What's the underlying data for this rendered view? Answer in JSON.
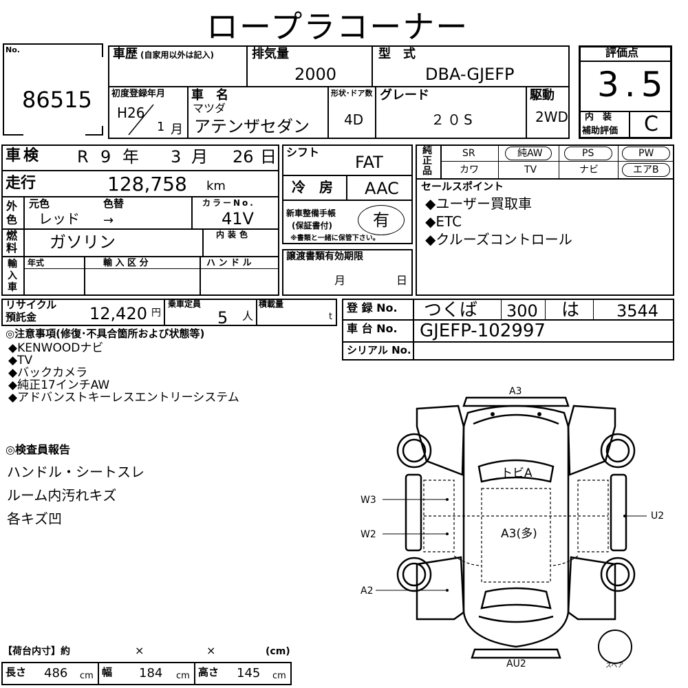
{
  "title": "ロープラコーナー",
  "lot": {
    "label": "No.",
    "number": "86515"
  },
  "history": {
    "label": "車歴",
    "note": "(自家用以外は記入)"
  },
  "displacement": {
    "label": "排気量",
    "value": "2000"
  },
  "model": {
    "label": "型　式",
    "value": "DBA-GJEFP"
  },
  "score": {
    "label": "評価点",
    "value": "3.5",
    "interior_label_1": "内　装",
    "interior_label_2": "補助評価",
    "interior_value": "C"
  },
  "first_reg": {
    "label": "初度登録年月",
    "era": "H26",
    "month": "1",
    "month_unit": "月"
  },
  "car_name": {
    "label": "車　名",
    "maker": "マツダ",
    "name": "アテンザセダン"
  },
  "doors": {
    "label": "形状･ドア数",
    "value": "4D"
  },
  "grade": {
    "label": "グレード",
    "value": "２０S"
  },
  "drive": {
    "label": "駆動",
    "value": "2WD"
  },
  "inspection": {
    "label": "車検",
    "era": "R",
    "year": "9",
    "year_unit": "年",
    "month": "3",
    "month_unit": "月",
    "day": "26",
    "day_unit": "日"
  },
  "shift": {
    "label": "シフト",
    "value": "FAT"
  },
  "mileage": {
    "label": "走行",
    "value": "128,758",
    "unit": "km"
  },
  "aircon": {
    "label": "冷　房",
    "value": "AAC"
  },
  "exterior": {
    "label": "外色",
    "orig_label": "元色",
    "change_label": "色替",
    "color": "レッド",
    "arrow": "→",
    "code_label": "カラーNo.",
    "code": "41V"
  },
  "manual": {
    "label_1": "新車整備手帳",
    "label_2": "(保証書付)",
    "value": "有",
    "note": "※書類と一緒に保管下さい。"
  },
  "fuel": {
    "label": "燃料",
    "value": "ガソリン",
    "interior_color_label": "内装色"
  },
  "import": {
    "label": "輸入車",
    "year_label": "年式",
    "type_label": "輸 入 区 分",
    "handle_label": "ハ ン ド ル"
  },
  "transfer": {
    "label": "譲渡書類有効期限",
    "month_unit": "月",
    "day_unit": "日"
  },
  "equipment": {
    "label": "純正品",
    "row1": [
      "SR",
      "純AW",
      "PS",
      "PW"
    ],
    "row2": [
      "カワ",
      "TV",
      "ナビ",
      "エアB"
    ],
    "circled": [
      "純AW",
      "PS",
      "PW",
      "エアB"
    ]
  },
  "sales_points": {
    "label": "セールスポイント",
    "items": [
      "◆ユーザー買取車",
      "◆ETC",
      "◆クルーズコントロール"
    ]
  },
  "recycle": {
    "label_1": "リサイクル",
    "label_2": "預託金",
    "value": "12,420",
    "unit": "円"
  },
  "capacity": {
    "label": "乗車定員",
    "value": "5",
    "unit": "人"
  },
  "load": {
    "label": "積載量",
    "unit": "t"
  },
  "registration": {
    "label": "登 録 No.",
    "region": "つくば",
    "class": "300",
    "kana": "は",
    "number": "3544"
  },
  "chassis": {
    "label": "車 台 No.",
    "value": "GJEFP-102997"
  },
  "serial": {
    "label": "シリアル No."
  },
  "notes": {
    "label": "◎注意事項(修復･不具合箇所および状態等)",
    "items": [
      "◆KENWOODナビ",
      "◆TV",
      "◆バックカメラ",
      "◆純正17インチAW",
      "◆アドバンストキーレスエントリーシステム"
    ]
  },
  "inspector": {
    "label": "◎検査員報告",
    "items": [
      "ハンドル・シートスレ",
      "ルーム内汚れキズ",
      "各キズ凹"
    ]
  },
  "diagram": {
    "labels": {
      "front": "A3",
      "roof_front": "トビA",
      "roof": "A3(多)",
      "w3": "W3",
      "w2": "W2",
      "a2": "A2",
      "u2": "U2",
      "rear": "AU2",
      "spare": "スペア"
    }
  },
  "cargo": {
    "label": "【荷台内寸】約",
    "x1": "×",
    "x2": "×",
    "unit_header": "(cm)",
    "length_label": "長さ",
    "length": "486",
    "width_label": "幅",
    "width": "184",
    "height_label": "高さ",
    "height": "145",
    "unit": "cm"
  }
}
